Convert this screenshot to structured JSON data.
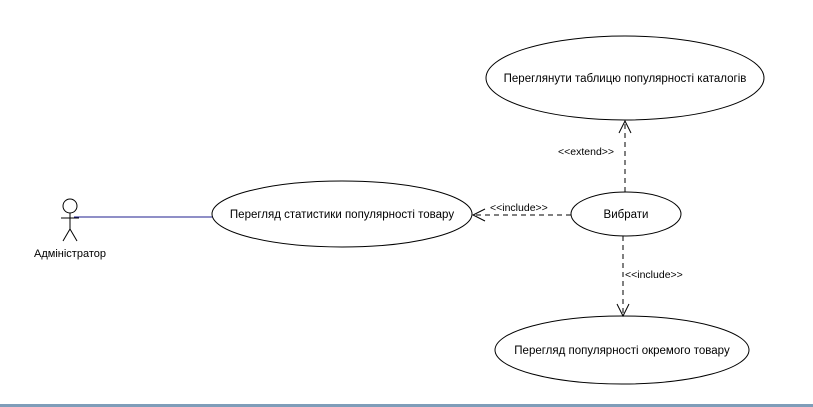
{
  "actor": {
    "name": "Адміністратор"
  },
  "use_cases": {
    "view_statistics": "Перегляд статистики популярності товару",
    "view_catalog_table": "Переглянути таблицю популярності каталогів",
    "choose": "Вибрати",
    "view_single_item": "Перегляд популярності окремого товару"
  },
  "relations": {
    "extend_label": "<<extend>>",
    "include_label_horizontal": "<<include>>",
    "include_label_vertical": "<<include>>"
  },
  "colors": {
    "association_line": "#1f1f8f",
    "outline": "#000000",
    "bottom_bar": "#7f9db9"
  }
}
